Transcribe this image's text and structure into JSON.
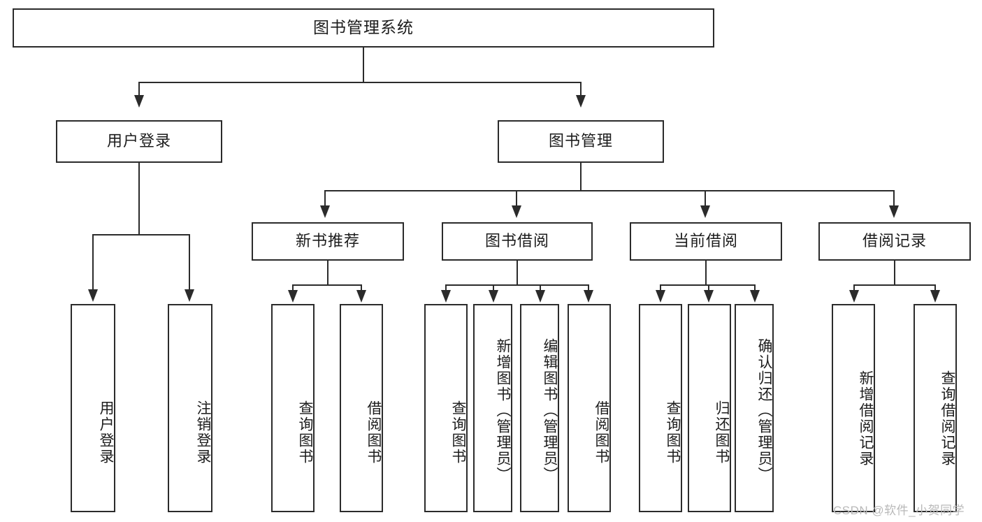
{
  "diagram": {
    "type": "tree-hierarchy-flowchart",
    "title": "图书管理系统",
    "root": {
      "id": "root",
      "label": "图书管理系统",
      "orientation": "horizontal"
    },
    "level2": [
      {
        "id": "user-login",
        "label": "用户登录",
        "orientation": "horizontal"
      },
      {
        "id": "book-management",
        "label": "图书管理",
        "orientation": "horizontal"
      }
    ],
    "level3": [
      {
        "id": "new-book-recommend",
        "label": "新书推荐",
        "orientation": "horizontal"
      },
      {
        "id": "book-borrow",
        "label": "图书借阅",
        "orientation": "horizontal"
      },
      {
        "id": "current-borrow",
        "label": "当前借阅",
        "orientation": "horizontal"
      },
      {
        "id": "borrow-record",
        "label": "借阅记录",
        "orientation": "horizontal"
      }
    ],
    "leaves": [
      {
        "id": "leaf-user-login",
        "parent": "user-login",
        "label": "用户登录"
      },
      {
        "id": "leaf-logout-login",
        "parent": "user-login",
        "label": "注销登录"
      },
      {
        "id": "leaf-query-book-1",
        "parent": "new-book-recommend",
        "label": "查询图书"
      },
      {
        "id": "leaf-borrow-book-1",
        "parent": "new-book-recommend",
        "label": "借阅图书"
      },
      {
        "id": "leaf-query-book-2",
        "parent": "book-borrow",
        "label": "查询图书"
      },
      {
        "id": "leaf-add-book",
        "parent": "book-borrow",
        "label": "新增图书（管理员）"
      },
      {
        "id": "leaf-edit-book",
        "parent": "book-borrow",
        "label": "编辑图书（管理员）"
      },
      {
        "id": "leaf-borrow-book-2",
        "parent": "book-borrow",
        "label": "借阅图书"
      },
      {
        "id": "leaf-query-book-3",
        "parent": "current-borrow",
        "label": "查询图书"
      },
      {
        "id": "leaf-return-book",
        "parent": "current-borrow",
        "label": "归还图书"
      },
      {
        "id": "leaf-confirm-return",
        "parent": "current-borrow",
        "label": "确认归还（管理员）"
      },
      {
        "id": "leaf-add-record",
        "parent": "borrow-record",
        "label": "新增借阅记录"
      },
      {
        "id": "leaf-query-record",
        "parent": "borrow-record",
        "label": "查询借阅记录"
      }
    ],
    "watermark": "CSDN @软件_小贺同学",
    "colors": {
      "border": "#2b2b2b",
      "text": "#1c1c1c",
      "background": "#ffffff",
      "watermark": "#b9b9b9"
    }
  }
}
